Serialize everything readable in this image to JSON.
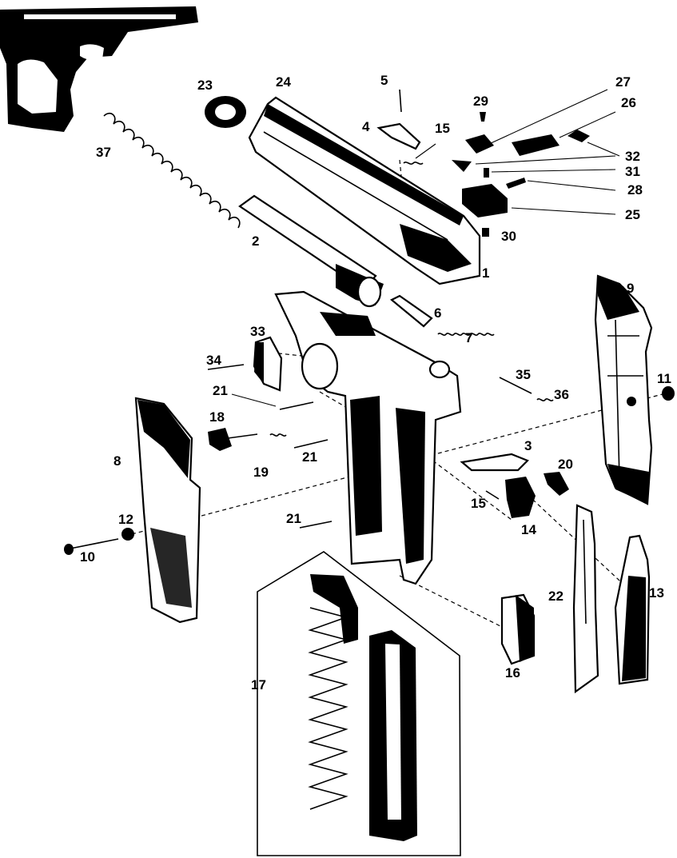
{
  "callouts": [
    "1",
    "2",
    "3",
    "4",
    "5",
    "6",
    "7",
    "8",
    "9",
    "10",
    "11",
    "12",
    "13",
    "14",
    "15",
    "15",
    "16",
    "17",
    "18",
    "19",
    "20",
    "21",
    "21",
    "21",
    "22",
    "23",
    "24",
    "25",
    "26",
    "27",
    "28",
    "29",
    "30",
    "31",
    "32",
    "33",
    "34",
    "35",
    "36",
    "37"
  ],
  "colors": {
    "ink": "#000000",
    "paper": "#ffffff"
  },
  "icons": [
    "pistol-assembled-icon"
  ]
}
